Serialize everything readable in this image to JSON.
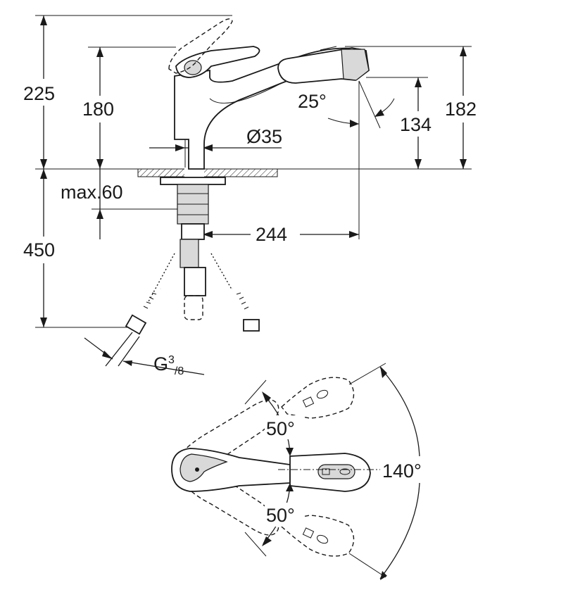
{
  "dimensions": {
    "overall_height": "225",
    "spout_height": "180",
    "spray_height": "182",
    "aerator_height": "134",
    "spout_angle": "25°",
    "hole_diameter": "Ø35",
    "max_thickness": "max.60",
    "below_counter": "450",
    "spout_reach": "244",
    "connection_main": "G",
    "connection_sup": "3",
    "connection_sub": "/8"
  },
  "plan_view": {
    "upper_angle": "50°",
    "lower_angle": "50°",
    "total_swivel": "140°"
  }
}
